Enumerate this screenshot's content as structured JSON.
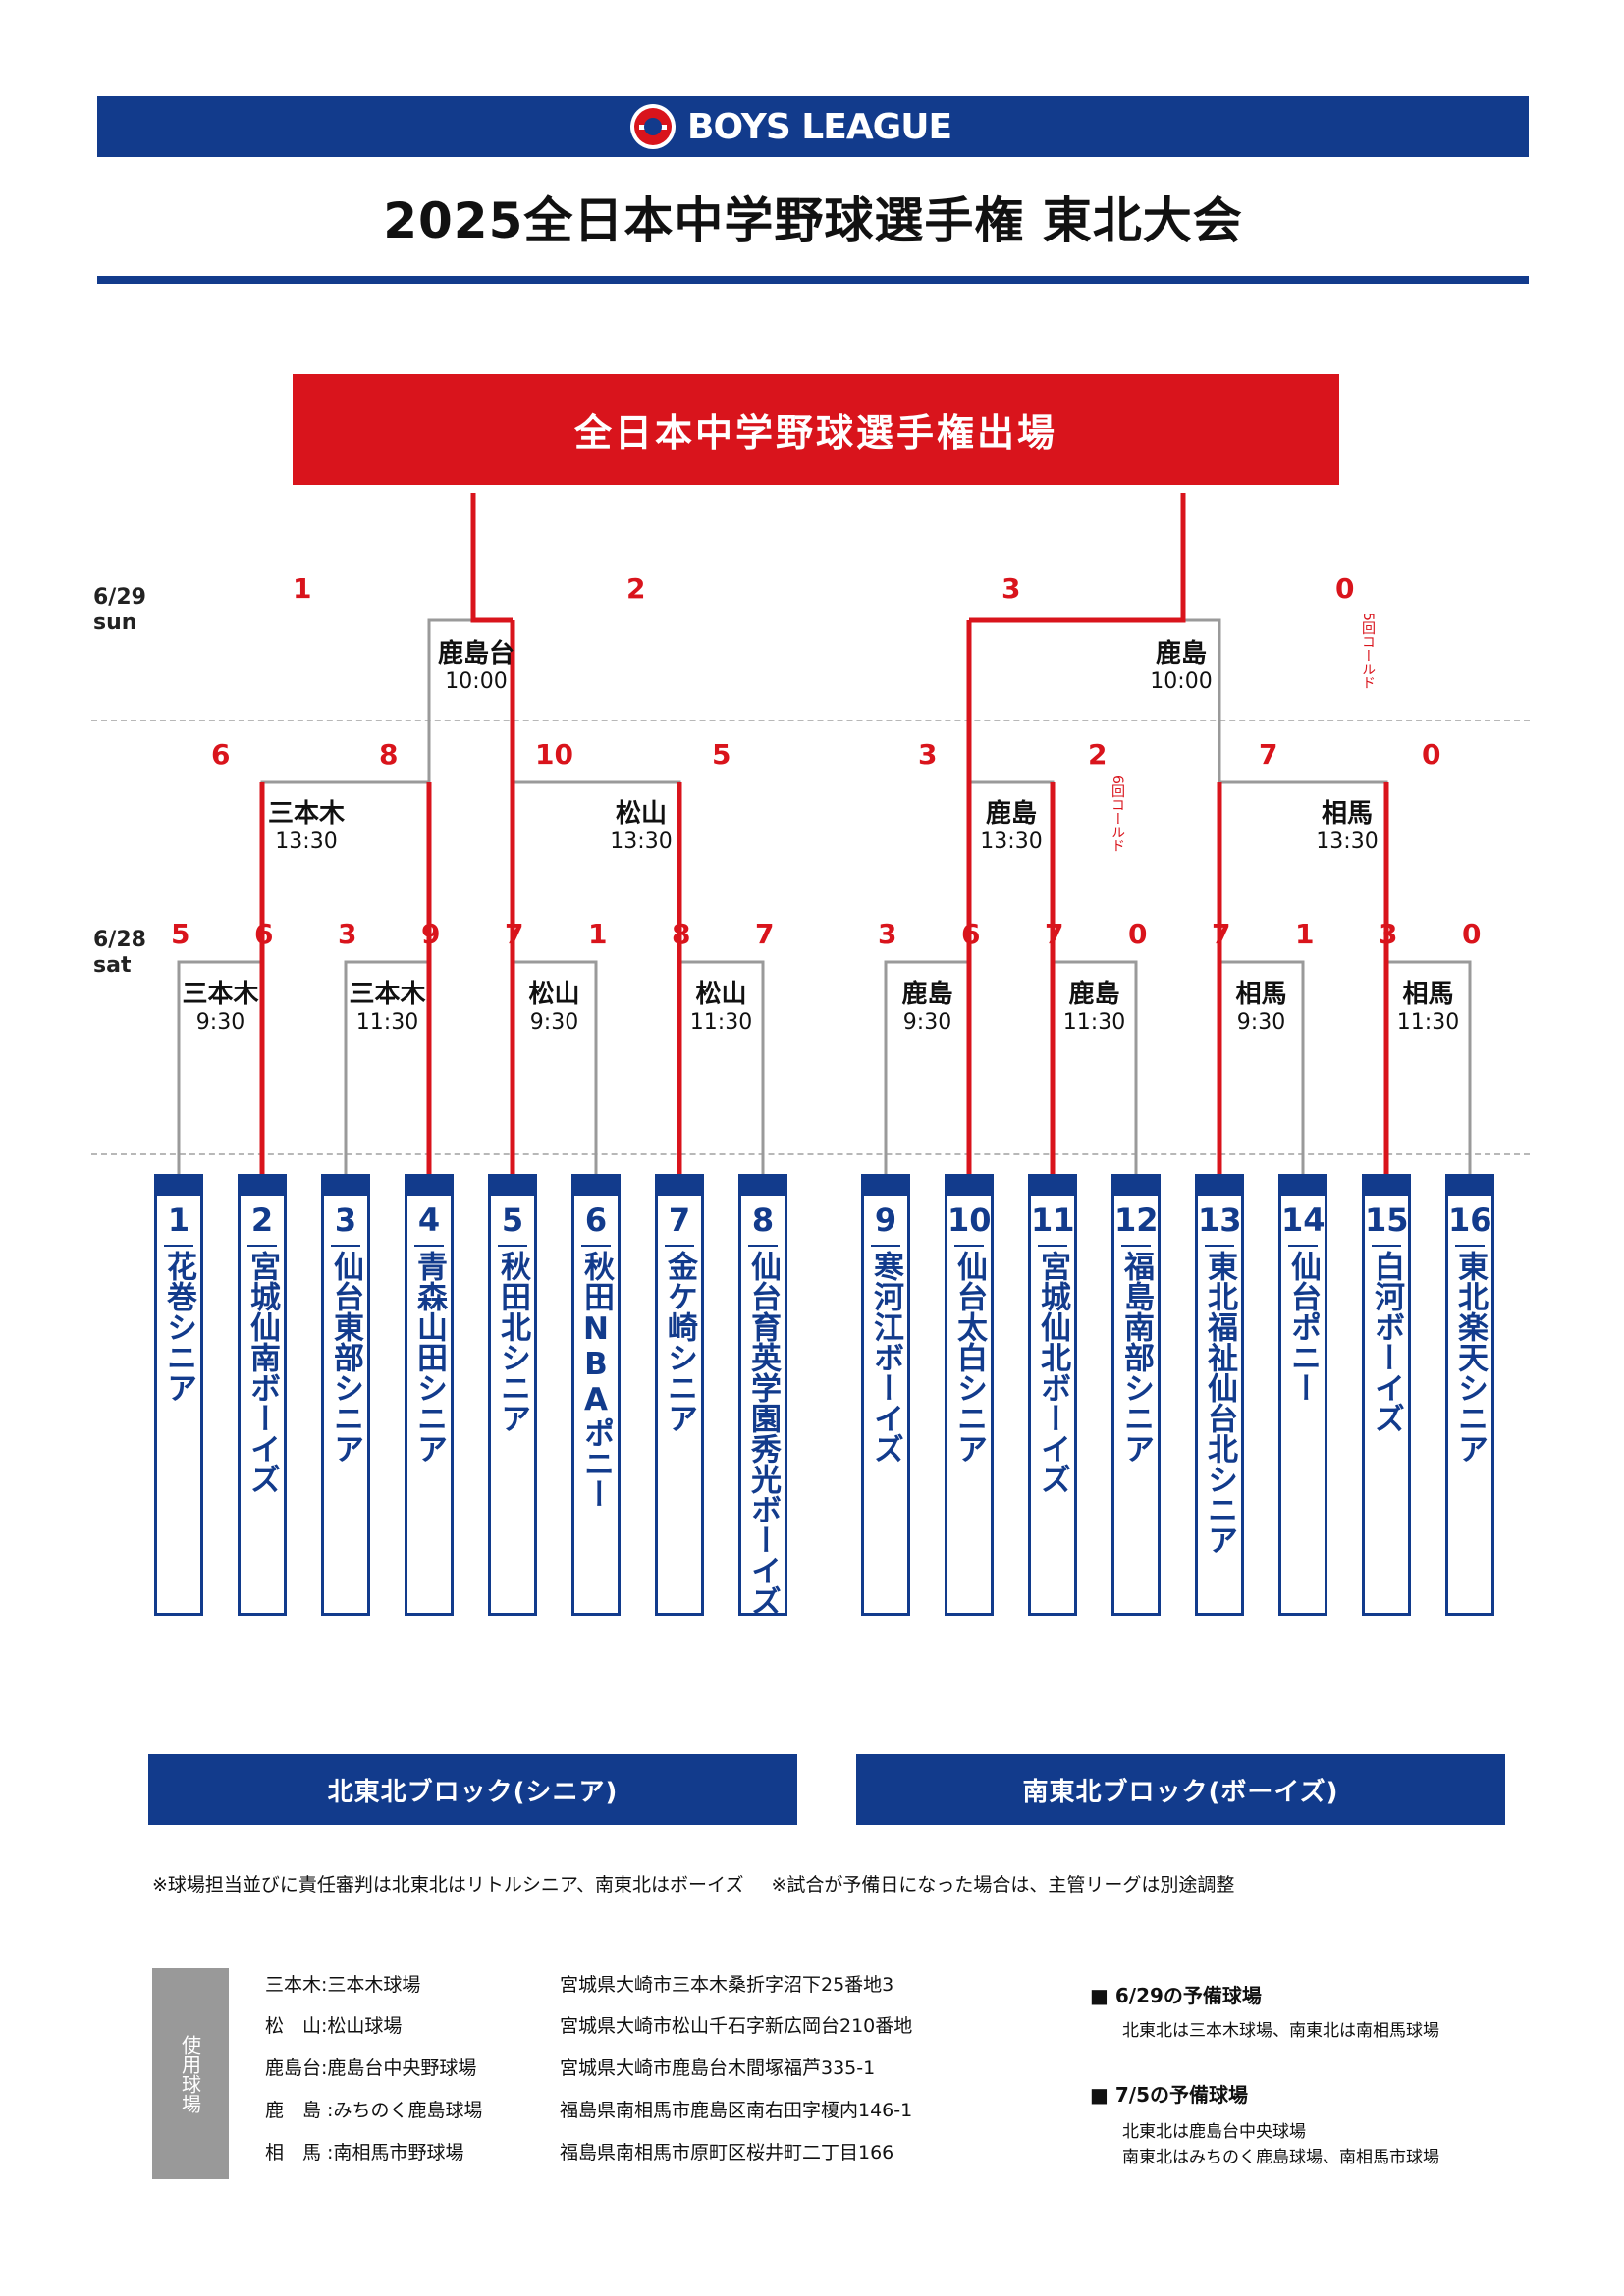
{
  "header": {
    "logo_text": "BOYS LEAGUE",
    "title": "2025全日本中学野球選手権 東北大会"
  },
  "finals_label": "全日本中学野球選手権出場",
  "dates": {
    "day2": {
      "date": "6/29",
      "weekday": "sun"
    },
    "day1": {
      "date": "6/28",
      "weekday": "sat"
    }
  },
  "colors": {
    "brand_blue": "#123b8c",
    "winner_red": "#d9141c",
    "bracket_gray": "#9a9a9a"
  },
  "round2_games": [
    {
      "venue": "鹿島台",
      "time": "10:00",
      "left_score": "1",
      "right_score": "2",
      "note": ""
    },
    {
      "venue": "鹿島",
      "time": "10:00",
      "left_score": "3",
      "right_score": "0",
      "note": "5回コールド"
    }
  ],
  "round_qf_games": [
    {
      "venue": "三本木",
      "time": "13:30",
      "left_score": "6",
      "right_score": "8",
      "note": ""
    },
    {
      "venue": "松山",
      "time": "13:30",
      "left_score": "10",
      "right_score": "5",
      "note": ""
    },
    {
      "venue": "鹿島",
      "time": "13:30",
      "left_score": "3",
      "right_score": "2",
      "note": "6回コールド"
    },
    {
      "venue": "相馬",
      "time": "13:30",
      "left_score": "7",
      "right_score": "0",
      "note": ""
    }
  ],
  "round1_games": [
    {
      "venue": "三本木",
      "time": "9:30",
      "left_score": "5",
      "right_score": "6"
    },
    {
      "venue": "三本木",
      "time": "11:30",
      "left_score": "3",
      "right_score": "9"
    },
    {
      "venue": "松山",
      "time": "9:30",
      "left_score": "7",
      "right_score": "1"
    },
    {
      "venue": "松山",
      "time": "11:30",
      "left_score": "8",
      "right_score": "7"
    },
    {
      "venue": "鹿島",
      "time": "9:30",
      "left_score": "3",
      "right_score": "6"
    },
    {
      "venue": "鹿島",
      "time": "11:30",
      "left_score": "7",
      "right_score": "0"
    },
    {
      "venue": "相馬",
      "time": "9:30",
      "left_score": "7",
      "right_score": "1"
    },
    {
      "venue": "相馬",
      "time": "11:30",
      "left_score": "3",
      "right_score": "0"
    }
  ],
  "teams": [
    {
      "num": "1",
      "name": "花巻シニア"
    },
    {
      "num": "2",
      "name": "宮城仙南ボーイズ"
    },
    {
      "num": "3",
      "name": "仙台東部シニア"
    },
    {
      "num": "4",
      "name": "青森山田シニア"
    },
    {
      "num": "5",
      "name": "秋田北シニア"
    },
    {
      "num": "6",
      "name": "秋田NBAポニー"
    },
    {
      "num": "7",
      "name": "金ケ崎シニア"
    },
    {
      "num": "8",
      "name": "仙台育英学園秀光ボーイズ"
    },
    {
      "num": "9",
      "name": "寒河江ボーイズ"
    },
    {
      "num": "10",
      "name": "仙台太白シニア"
    },
    {
      "num": "11",
      "name": "宮城仙北ボーイズ"
    },
    {
      "num": "12",
      "name": "福島南部シニア"
    },
    {
      "num": "13",
      "name": "東北福祉仙台北シニア"
    },
    {
      "num": "14",
      "name": "仙台ポニー"
    },
    {
      "num": "15",
      "name": "白河ボーイズ"
    },
    {
      "num": "16",
      "name": "東北楽天シニア"
    }
  ],
  "blocks": {
    "north": "北東北ブロック(シニア)",
    "south": "南東北ブロック(ボーイズ)"
  },
  "notes": {
    "left": "※球場担当並びに責任審判は北東北はリトルシニア、南東北はボーイズ",
    "right": "※試合が予備日になった場合は、主管リーグは別途調整"
  },
  "venues": {
    "side_label": "使用球場",
    "rows": [
      {
        "name": "三本木:三本木球場",
        "address": "宮城県大崎市三本木桑折字沼下25番地3"
      },
      {
        "name": "松　山:松山球場",
        "address": "宮城県大崎市松山千石字新広岡台210番地"
      },
      {
        "name": "鹿島台:鹿島台中央野球場",
        "address": "宮城県大崎市鹿島台木間塚福芦335-1"
      },
      {
        "name": "鹿　島 :みちのく鹿島球場",
        "address": "福島県南相馬市鹿島区南右田字榎内146-1"
      },
      {
        "name": "相　馬 :南相馬市野球場",
        "address": "福島県南相馬市原町区桜井町二丁目166"
      }
    ]
  },
  "reserve": {
    "r1_title": "6/29の予備球場",
    "r1_text": "北東北は三本木球場、南東北は南相馬球場",
    "r2_title": "7/5の予備球場",
    "r2_text1": "北東北は鹿島台中央球場",
    "r2_text2": "南東北はみちのく鹿島球場、南相馬市球場"
  }
}
